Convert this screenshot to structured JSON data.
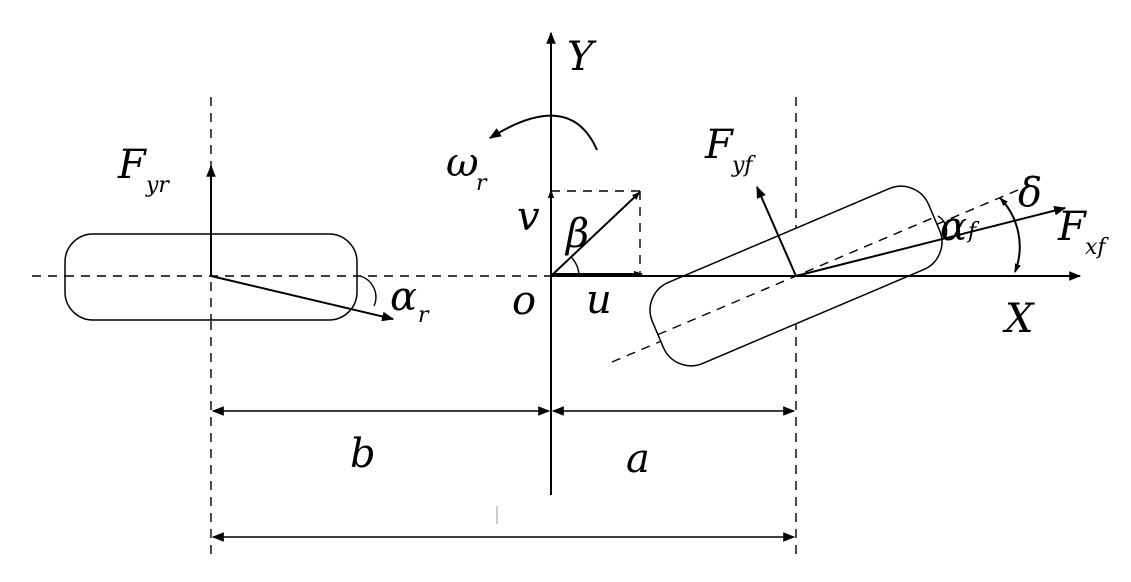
{
  "labels": {
    "Y": "Y",
    "X": "X",
    "origin": "o",
    "u": "u",
    "v": "v",
    "beta": "β",
    "omega": "ω",
    "omega_sub": "r",
    "F_yr": "F",
    "F_yr_sub": "yr",
    "alpha_r": "α",
    "alpha_r_sub": "r",
    "F_yf": "F",
    "F_yf_sub": "yf",
    "alpha_f": "α",
    "alpha_f_sub": "f",
    "delta": "δ",
    "F_xf": "F",
    "F_xf_sub": "xf",
    "b": "b",
    "a": "a"
  },
  "colors": {
    "stroke": "#000000",
    "background": "#ffffff"
  }
}
